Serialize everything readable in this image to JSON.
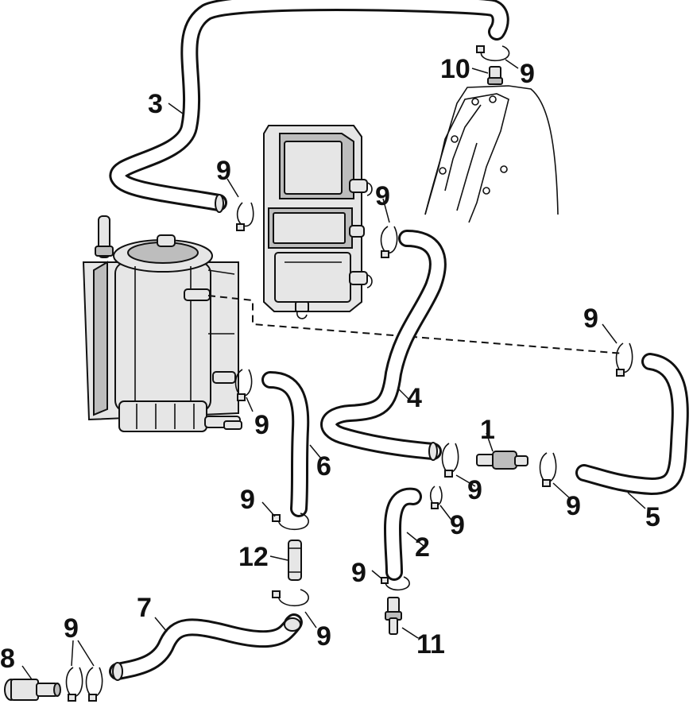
{
  "callouts": {
    "n1": "1",
    "n2": "2",
    "n3": "3",
    "n4": "4",
    "n5": "5",
    "n6": "6",
    "n7": "7",
    "n8": "8",
    "n9": "9",
    "n10": "10",
    "n11": "11",
    "n12": "12"
  },
  "colors": {
    "line": "#111111",
    "part_fill": "#e6e6e6",
    "part_shade": "#bdbdbd",
    "background": "#ffffff"
  }
}
